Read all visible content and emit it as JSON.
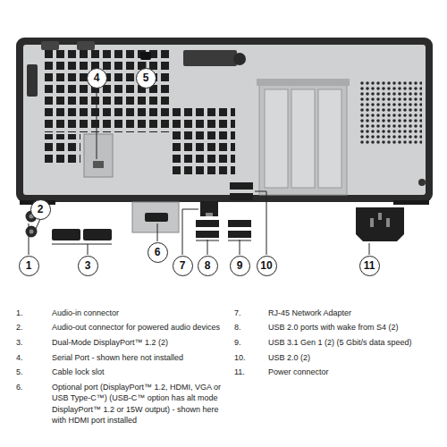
{
  "diagram": {
    "nodes": [
      {
        "text": [
          "1"
        ]
      },
      {
        "text": [
          "2"
        ]
      },
      {
        "text": [
          "3"
        ]
      },
      {
        "text": [
          "4"
        ]
      },
      {
        "text": [
          "5"
        ]
      },
      {
        "text": [
          "6"
        ]
      },
      {
        "text": [
          "7"
        ]
      },
      {
        "text": [
          "8"
        ]
      },
      {
        "text": [
          "9"
        ]
      },
      {
        "text": [
          "10"
        ]
      },
      {
        "text": [
          "11"
        ]
      }
    ],
    "labels": [
      "1.",
      "Audio-in connector",
      "2.",
      "Audio-out connector for powered audio devices",
      "3.",
      "Dual-Mode DisplayPort™ 1.2 (2)",
      "4.",
      "Serial Port - shown here not installed",
      "5.",
      "Cable lock slot",
      "6.",
      "Optional port (DisplayPort™ 1.2, HDMI, VGA or USB Type-C™) (USB-C™ option has alt mode DisplayPort™ 1.2 or 15W output) - shown here with HDMI port installed",
      "7.",
      "RJ-45 Network Adapter",
      "8.",
      "USB 2.0 ports with wake from S4 (2)",
      "9.",
      "USB 3.1 Gen 1 (2) (5 Gbit/s data speed)",
      "10.",
      "USB 2.0 (2)",
      "11.",
      "Power connector"
    ]
  }
}
